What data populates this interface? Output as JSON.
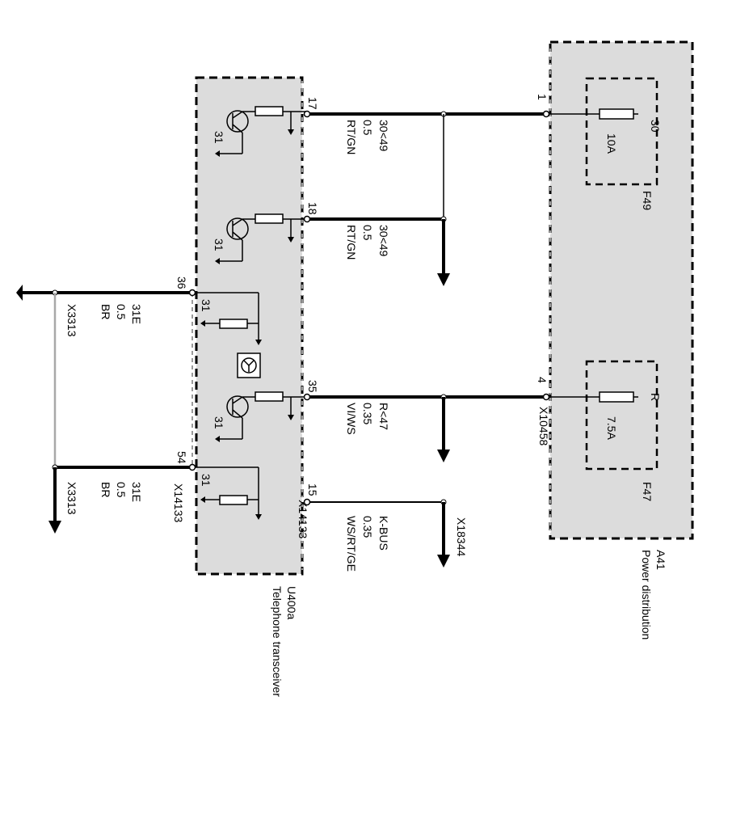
{
  "power_distribution": {
    "id": "A41",
    "name": "Power distribution",
    "fuse_f49": {
      "id": "F49",
      "terminal": "30",
      "rating": "10A"
    },
    "fuse_f47": {
      "id": "F47",
      "terminal": "R",
      "rating": "7.5A"
    },
    "connector": "X10458",
    "pins": [
      "1",
      "4"
    ]
  },
  "transceiver": {
    "id": "U400a",
    "name": "Telephone transceiver",
    "connector_top": "X14133",
    "connector_bottom": "X14133",
    "ground_label": "31"
  },
  "wires": [
    {
      "pin": "17",
      "signal": "30<49",
      "size": "0.5",
      "color": "RT/GN"
    },
    {
      "pin": "18",
      "signal": "30<49",
      "size": "0.5",
      "color": "RT/GN"
    },
    {
      "pin": "35",
      "signal": "R<47",
      "size": "0.35",
      "color": "VI/WS"
    },
    {
      "pin": "15",
      "signal": "K-BUS",
      "size": "0.35",
      "color": "WS/RT/GE"
    }
  ],
  "grounds": [
    {
      "pin": "36",
      "signal": "31E",
      "size": "0.5",
      "color": "BR",
      "connector": "X3313"
    },
    {
      "pin": "54",
      "signal": "31E",
      "size": "0.5",
      "color": "BR",
      "connector": "X3313"
    }
  ],
  "kbus_connector": "X18344"
}
